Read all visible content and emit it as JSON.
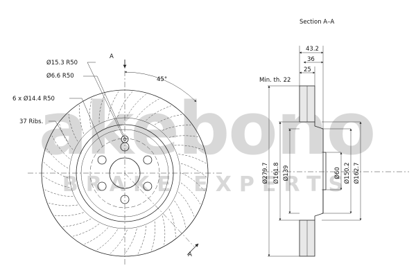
{
  "watermark": {
    "brand": "akebono",
    "tagline": "BRAKE EXPERTS"
  },
  "front_view": {
    "labels": {
      "section_marker_top": "A",
      "section_marker_bottom": "A",
      "angle": "45°",
      "hole_15": "Ø15.3  R50",
      "hole_6": "Ø6.6  R50",
      "bolt_holes": "6 x Ø14.4  R50",
      "ribs": "37 Ribs."
    }
  },
  "section_view": {
    "title": "Section A–A",
    "min_thickness": "Min. th. 22",
    "widths": {
      "total": "43.2",
      "hat": "36",
      "disc": "25"
    },
    "diameters": [
      "Ø279.7",
      "Ø161.8",
      "Ø139",
      "Ø60",
      "Ø150.2",
      "Ø162.7"
    ]
  }
}
